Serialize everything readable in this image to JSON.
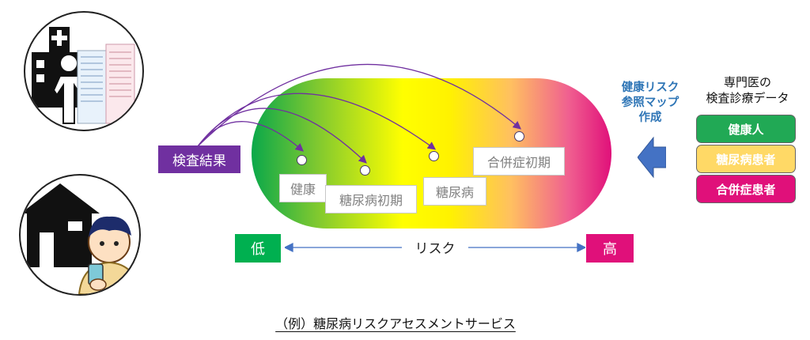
{
  "diagram": {
    "input_label": "検査結果",
    "stages": [
      "健康",
      "糖尿病初期",
      "糖尿病",
      "合併症初期"
    ],
    "risk_low": "低",
    "risk_mid": "リスク",
    "risk_high": "高",
    "map_label_lines": [
      "健康リスク",
      "参照マップ",
      "作成"
    ],
    "data_source_lines": [
      "専門医の",
      "検査診療データ"
    ],
    "db_layers": [
      "健康人",
      "糖尿病患者",
      "合併症患者"
    ],
    "caption": "（例）糖尿病リスクアセスメントサービス"
  },
  "colors": {
    "purple": "#7030a0",
    "green": "#00b050",
    "magenta": "#e0107a",
    "blue_text": "#2e75b6",
    "arrow_blue": "#4472c4",
    "db_green": "#21a955",
    "db_yellow": "#ffd966",
    "db_pink": "#e0107a"
  }
}
